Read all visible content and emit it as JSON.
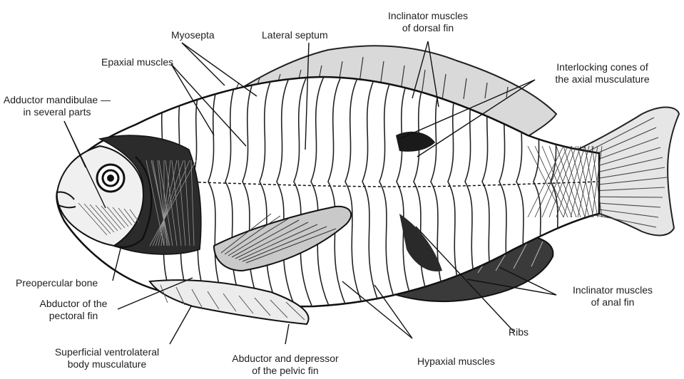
{
  "figure": {
    "labels": {
      "inclinator_dorsal": [
        "Inclinator muscles",
        "of dorsal fin"
      ],
      "myosepta": "Myosepta",
      "lateral_septum": "Lateral septum",
      "epaxial": "Epaxial muscles",
      "interlocking": [
        "Interlocking cones of",
        "the axial musculature"
      ],
      "adductor_mandibulae": [
        "Adductor mandibulae —",
        "in several parts"
      ],
      "preopercular": "Preopercular bone",
      "abductor_pectoral": [
        "Abductor of the",
        "pectoral fin"
      ],
      "inclinator_anal": [
        "Inclinator muscles",
        "of anal fin"
      ],
      "ribs": "Ribs",
      "superficial_ventrolateral": [
        "Superficial ventrolateral",
        "body musculature"
      ],
      "abductor_pelvic": [
        "Abductor and depressor",
        "of the pelvic fin"
      ],
      "hypaxial": "Hypaxial muscles"
    }
  }
}
